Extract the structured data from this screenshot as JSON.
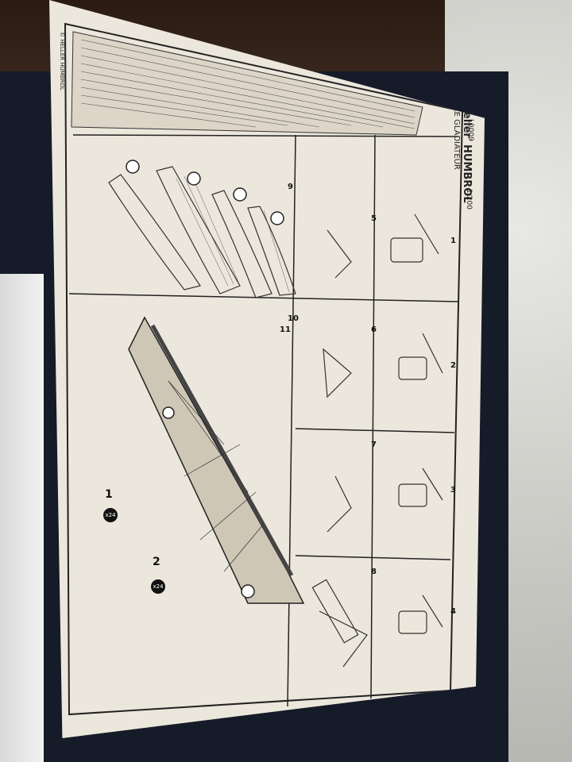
{
  "sheet": {
    "brand": "Heller",
    "product": "HUMBROL",
    "title": "LE GLADIATEUR",
    "scale": "1/200",
    "ref": "L0009",
    "copyright": "© HELLER HUMBROL"
  },
  "steps": [
    "1",
    "2",
    "3",
    "4",
    "5",
    "6",
    "7",
    "8",
    "9",
    "10",
    "11"
  ],
  "callouts": [
    "1",
    "2",
    "x24",
    "x24"
  ],
  "colors": {
    "paper": "#ece7dc",
    "ink": "#222222",
    "desk": "#151b28",
    "wall": "#d6d6d2"
  }
}
